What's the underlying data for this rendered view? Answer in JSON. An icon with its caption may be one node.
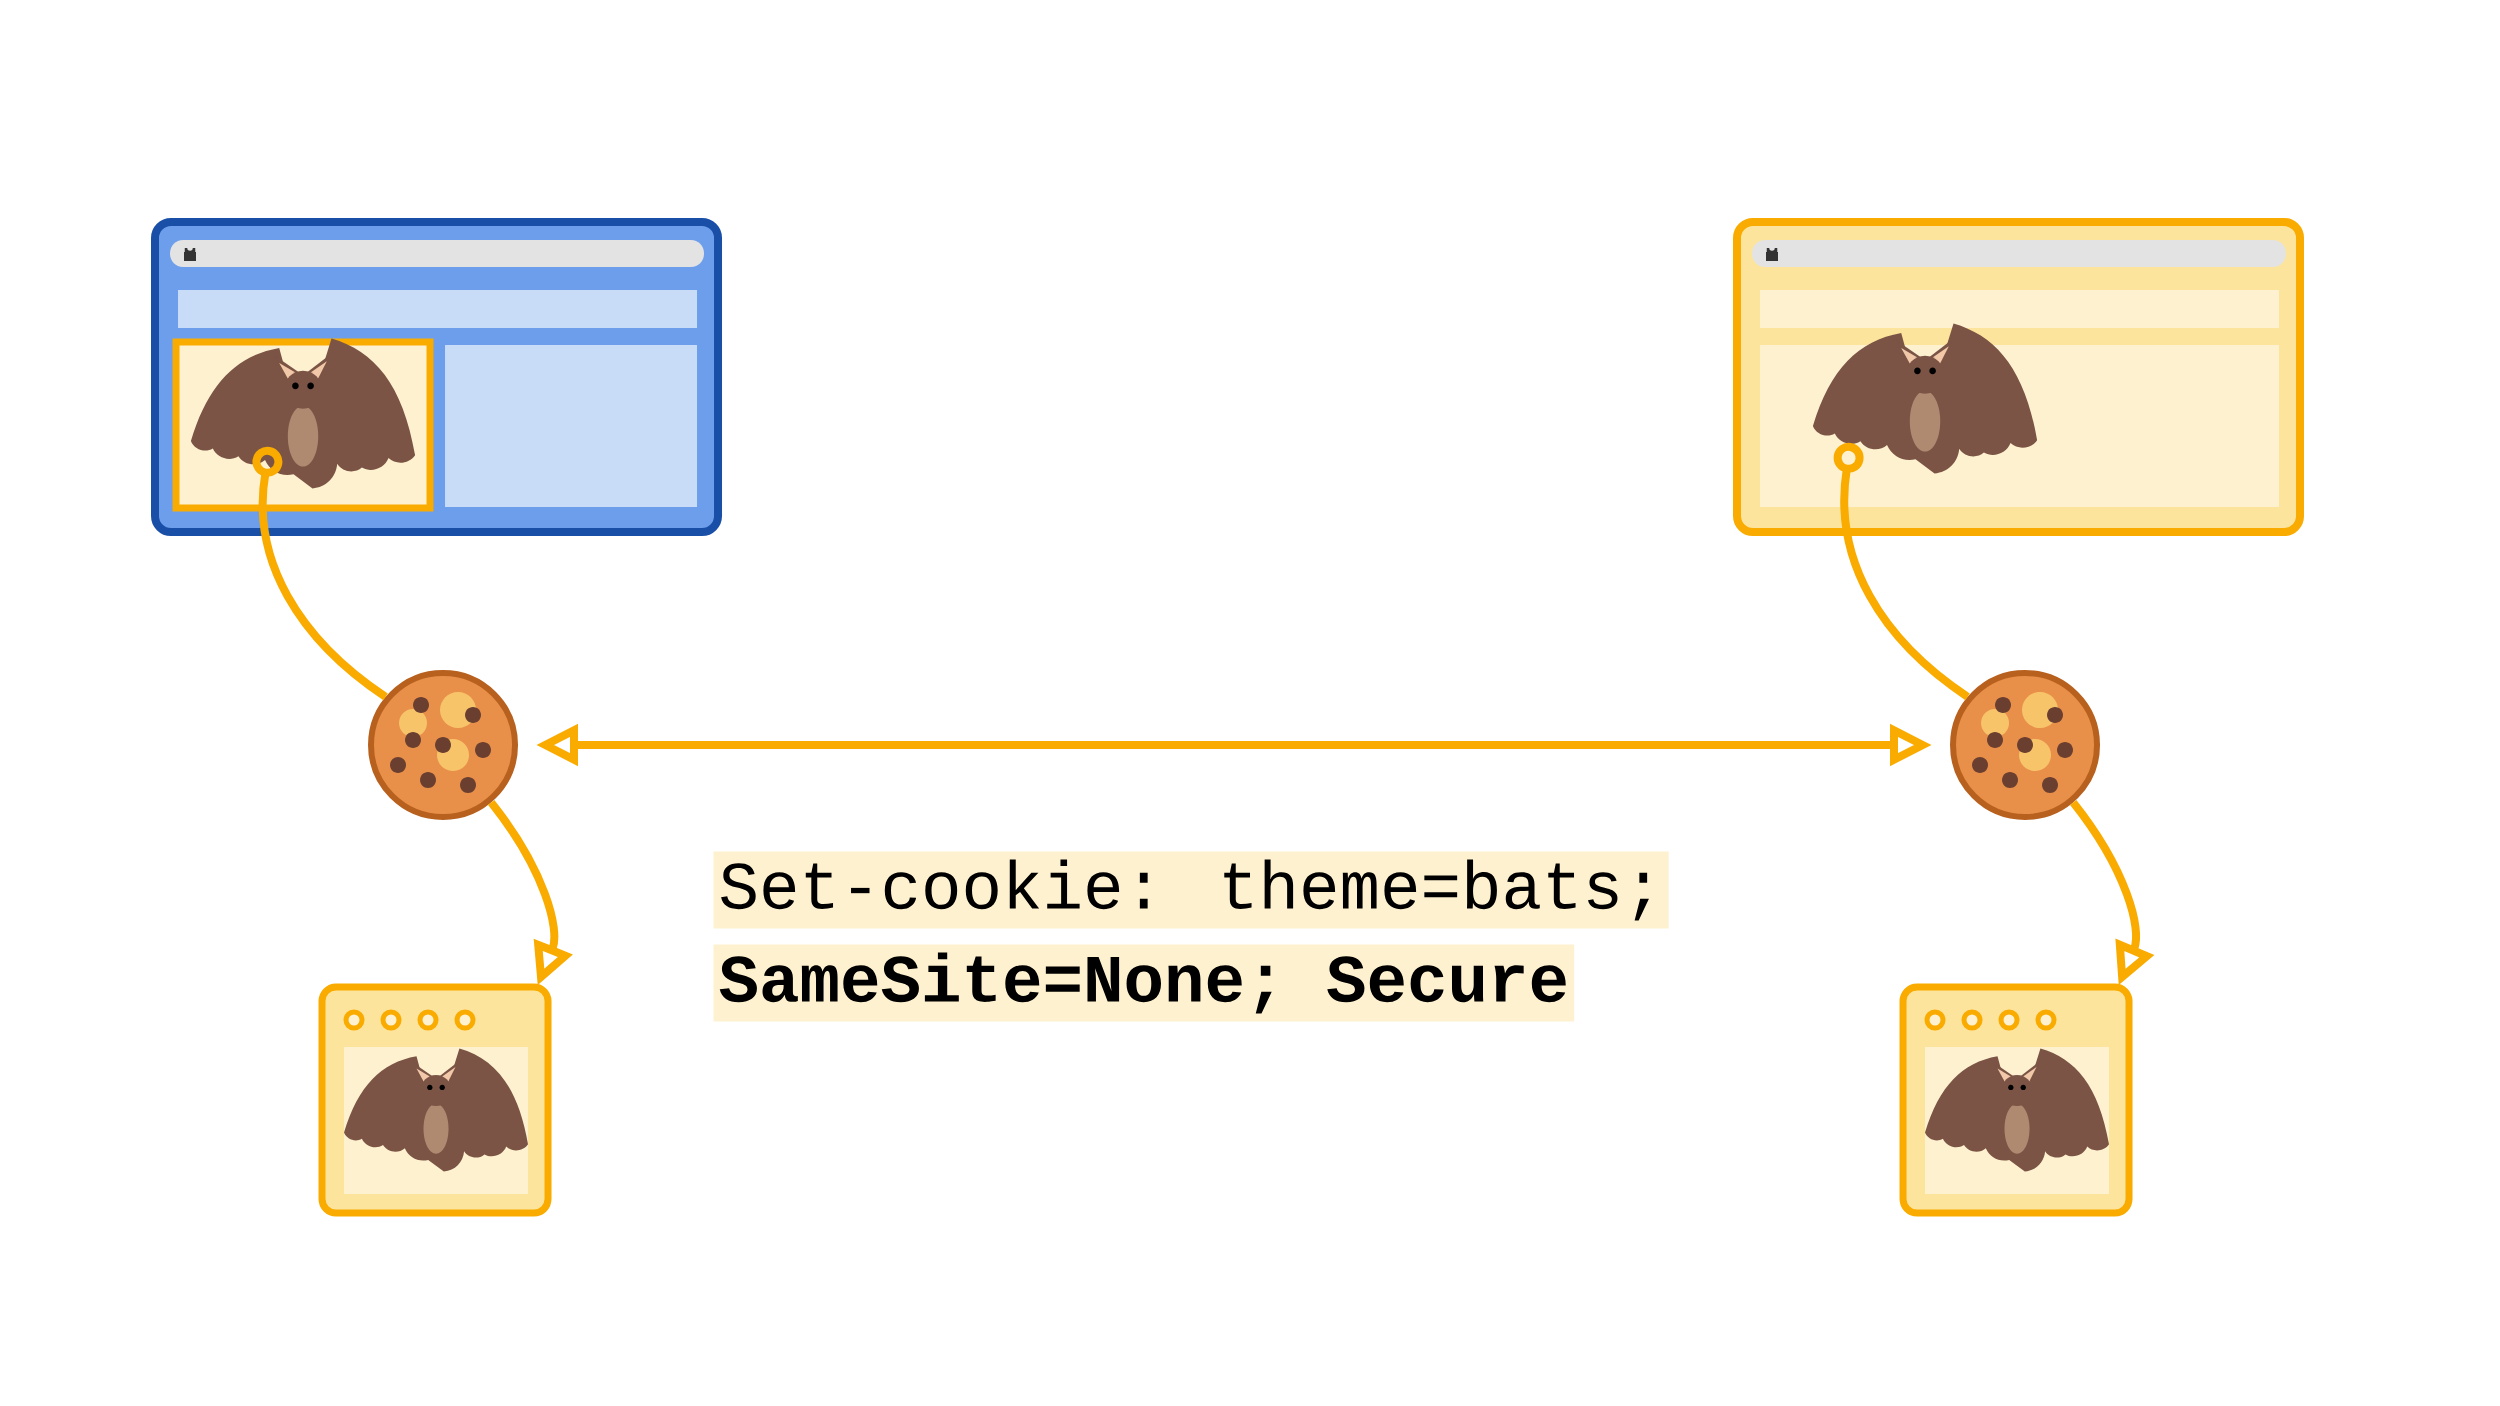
{
  "diagram": {
    "nodes": [
      {
        "text": [],
        "shape": "box"
      },
      {
        "text": [],
        "shape": "box",
        "in": 0
      },
      {
        "text": [],
        "shape": "picture"
      },
      {
        "text": [],
        "shape": "box"
      },
      {
        "text": [],
        "shape": "box"
      },
      {
        "text": [],
        "shape": "picture"
      },
      {
        "text": [],
        "shape": "box"
      }
    ],
    "edges": [
      {
        "from": 1,
        "to": 2,
        "arrow": "other"
      },
      {
        "from": 2,
        "to": 3,
        "arrow": "to"
      },
      {
        "from": 2,
        "to": 5,
        "arrow": "both"
      },
      {
        "from": 4,
        "to": 5,
        "arrow": "other"
      },
      {
        "from": 5,
        "to": 6,
        "arrow": "to"
      }
    ],
    "labels": [
      "Set-cookie: theme=bats;",
      "SameSite=None; Secure"
    ]
  }
}
